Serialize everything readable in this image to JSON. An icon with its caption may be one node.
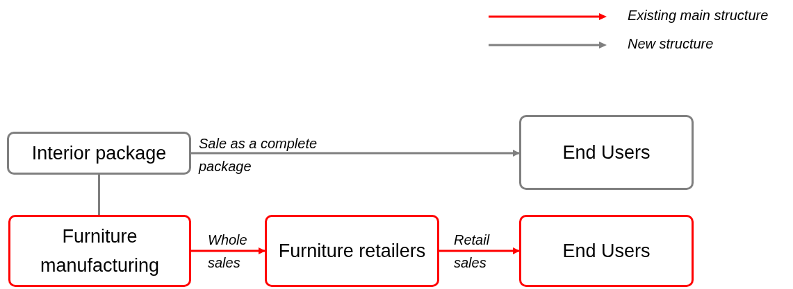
{
  "diagram": {
    "nodes": [
      {
        "text": [
          "Interior package"
        ]
      },
      {
        "text": [
          "End Users"
        ]
      },
      {
        "text": [
          "Furniture manufacturing"
        ]
      },
      {
        "text": [
          "Furniture retailers"
        ]
      },
      {
        "text": [
          "End Users"
        ]
      }
    ],
    "edges": [
      {
        "from": 0,
        "to": 1,
        "arrow": "to",
        "label": "Sale as a complete package",
        "color": "#7f7f7f"
      },
      {
        "from": 0,
        "to": 2,
        "arrow": "none",
        "color": "#7f7f7f"
      },
      {
        "from": 2,
        "to": 3,
        "arrow": "to",
        "label": "Whole sales",
        "color": "#ff0000"
      },
      {
        "from": 3,
        "to": 4,
        "arrow": "to",
        "label": "Retail sales",
        "color": "#ff0000"
      }
    ],
    "legend": [
      {
        "text": "Existing main structure"
      },
      {
        "text": "New structure"
      }
    ]
  }
}
